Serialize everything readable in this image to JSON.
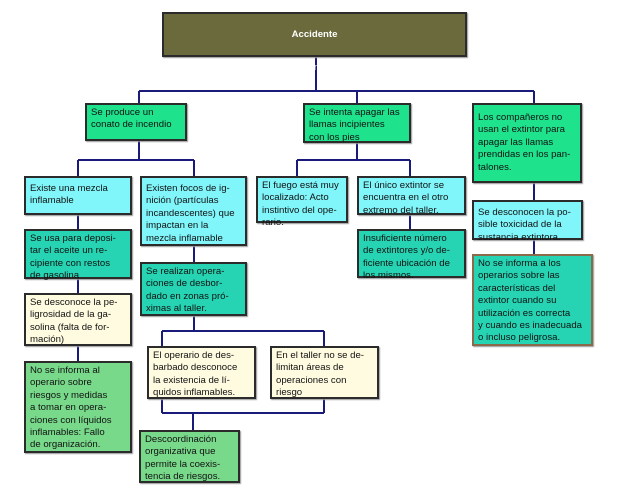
{
  "root": {
    "title": "Accidente",
    "subtitle": "Quemaduras de 2º y 3er grado en ambas piernas del accidentado"
  },
  "nodes": {
    "a": "Se produce un\nconato de incendio",
    "b": "Se intenta apagar las\nllamas incipientes\ncon los pies",
    "c": "Los compañeros no\nusan el extintor para\napagar las llamas\nprendidas en los pan-\ntalones.",
    "a1": "Existe una mezcla\ninflamable",
    "a2": "Existen focos de ig-\nnición (partículas\nincandescentes) que\nimpactan en la\nmezcla inflamable",
    "a3": "Se usa para deposi-\ntar el aceite un re-\ncipiente con restos\nde gasolina",
    "a4": "Se realizan opera-\nciones de desbor-\ndado en zonas pró-\nximas al taller.",
    "a5": "Se desconoce la pe-\nligrosidad de la ga-\nsolina (falta de for-\nmación)",
    "a6": "No se informa al\noperario sobre\nriesgos y medidas\na tomar en opera-\nciones con líquidos\ninflamables: Fallo\nde organización.",
    "b1": "El fuego está muy\nlocalizado: Acto\ninstintivo del ope-\nrario.",
    "b2": "El único extintor se\nencuentra en el otro\nextremo del taller.",
    "b3": "Insuficiente número\nde extintores y/o de-\nficiente ubicación de\nlos mismos.",
    "c1": "Se desconocen la po-\nsible toxicidad de la\nsustancia extintora.",
    "c2": "No se informa a los\noperarios sobre las\ncaracterísticas del\nextintor cuando su\nutilización es correcta\ny cuando es inadecuada\no incluso peligrosa.",
    "d1": "El operario de des-\nbarbado desconoce\nla existencia de lí-\nquidos inflamables.",
    "d2": "En el taller no se de-\nlimitan áreas de\noperaciones con\nriesgo",
    "d3": "Descoordinación\norganizativa que\npermite la coexis-\ntencia de riesgos."
  },
  "colors": {
    "connector": "#1a1a7a",
    "root": "#6b6a3c",
    "level1": "#1fe38c",
    "cyan": "#80f6fb",
    "teal": "#26d4b3",
    "cream": "#fffbe0",
    "lightgreen": "#79d98b"
  }
}
